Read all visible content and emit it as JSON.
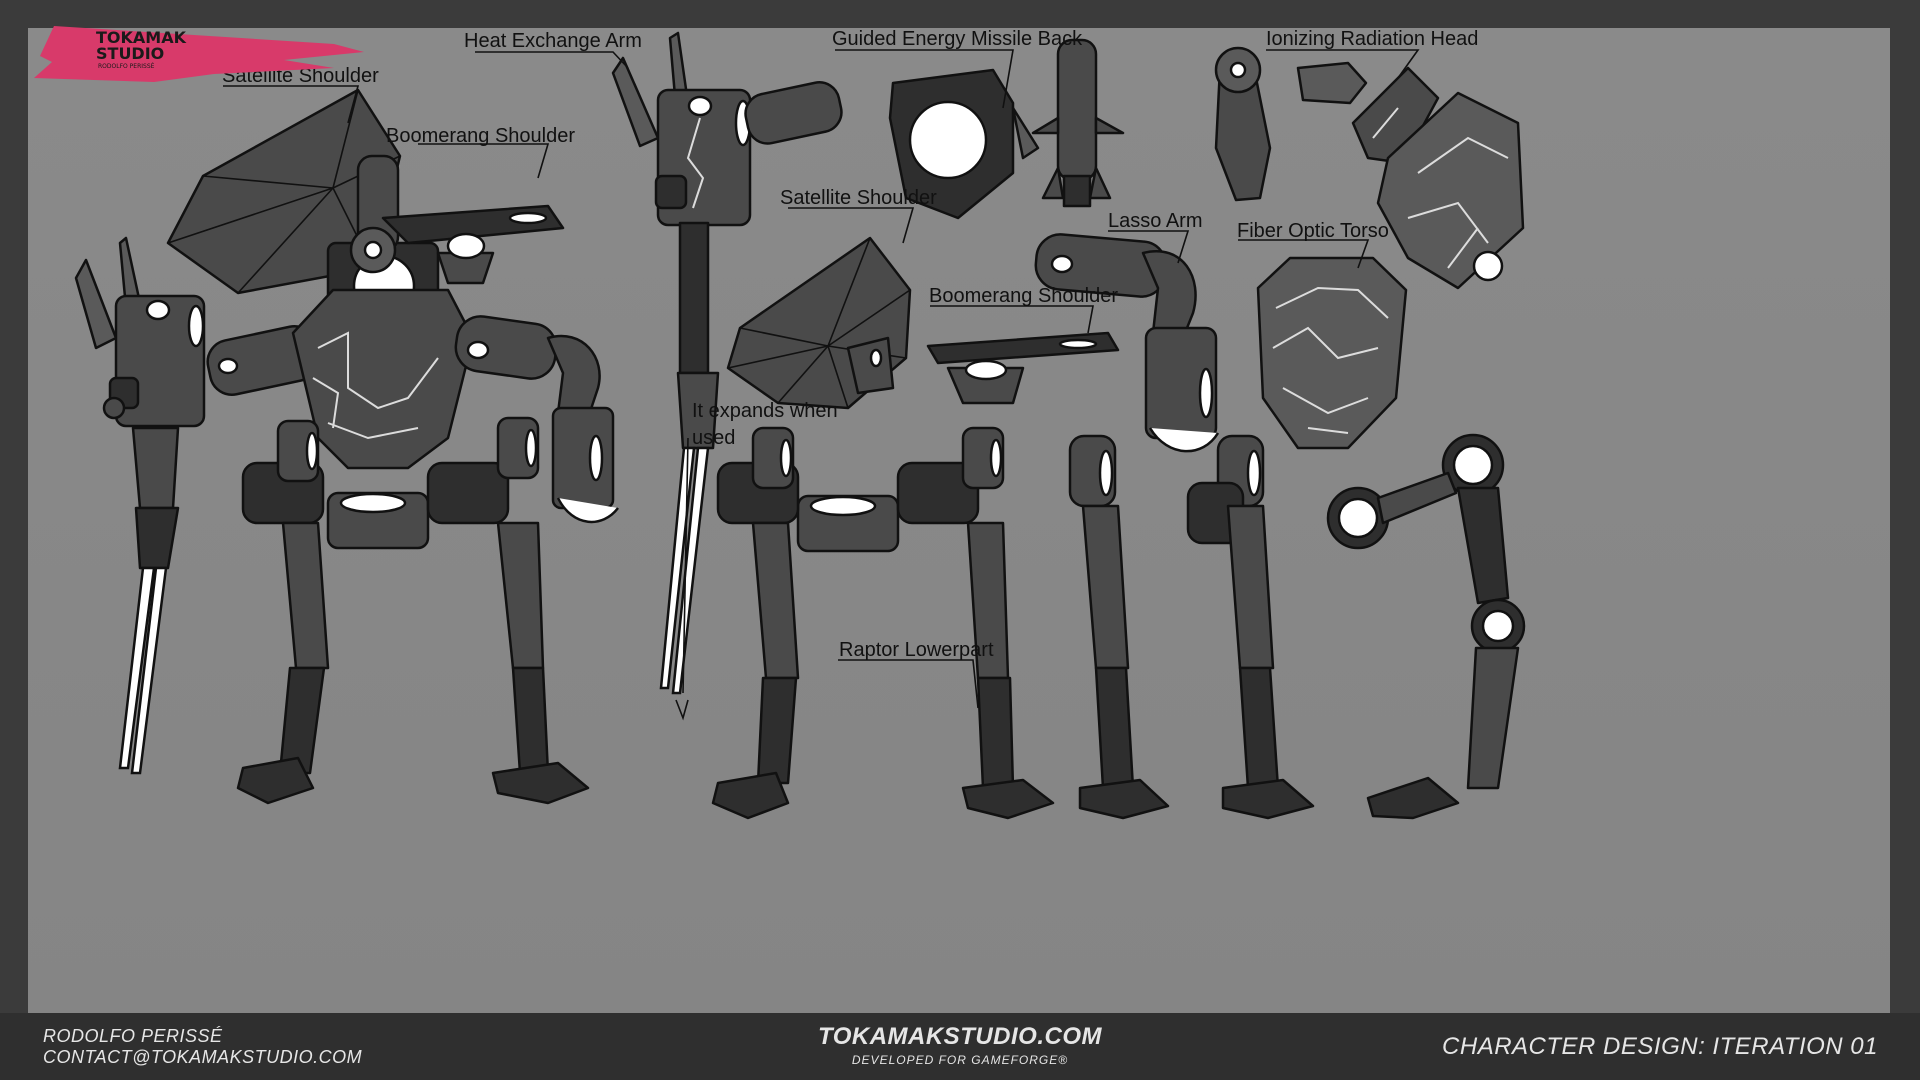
{
  "logo": {
    "line1": "TOKAMAK",
    "line2": "STUDIO",
    "sub": "RODOLFO PERISSÉ"
  },
  "labels": {
    "heat_exchange_arm": "Heat Exchange Arm",
    "satellite_shoulder_left": "Satellite Shoulder",
    "boomerang_shoulder_left": "Boomerang Shoulder",
    "guided_energy_missile_back": "Guided Energy Missile Back",
    "satellite_shoulder_center": "Satellite Shoulder",
    "ionizing_radiation_head": "Ionizing Radiation Head",
    "lasso_arm": "Lasso Arm",
    "fiber_optic_torso": "Fiber Optic Torso",
    "boomerang_shoulder_center": "Boomerang Shoulder",
    "expands_note": "It expands when used",
    "raptor_lowerpart": "Raptor Lowerpart"
  },
  "footer": {
    "author": "RODOLFO PERISSÉ",
    "contact": "CONTACT@TOKAMAKSTUDIO.COM",
    "site": "TOKAMAKSTUDIO.COM",
    "developed": "DEVELOPED FOR GAMEFORGE®",
    "title": "CHARACTER DESIGN: ITERATION 01"
  },
  "colors": {
    "frame": "#3b3b3b",
    "sheet": "#878787",
    "footer": "#2f2f2f",
    "logo_pink": "#d83a6a"
  }
}
